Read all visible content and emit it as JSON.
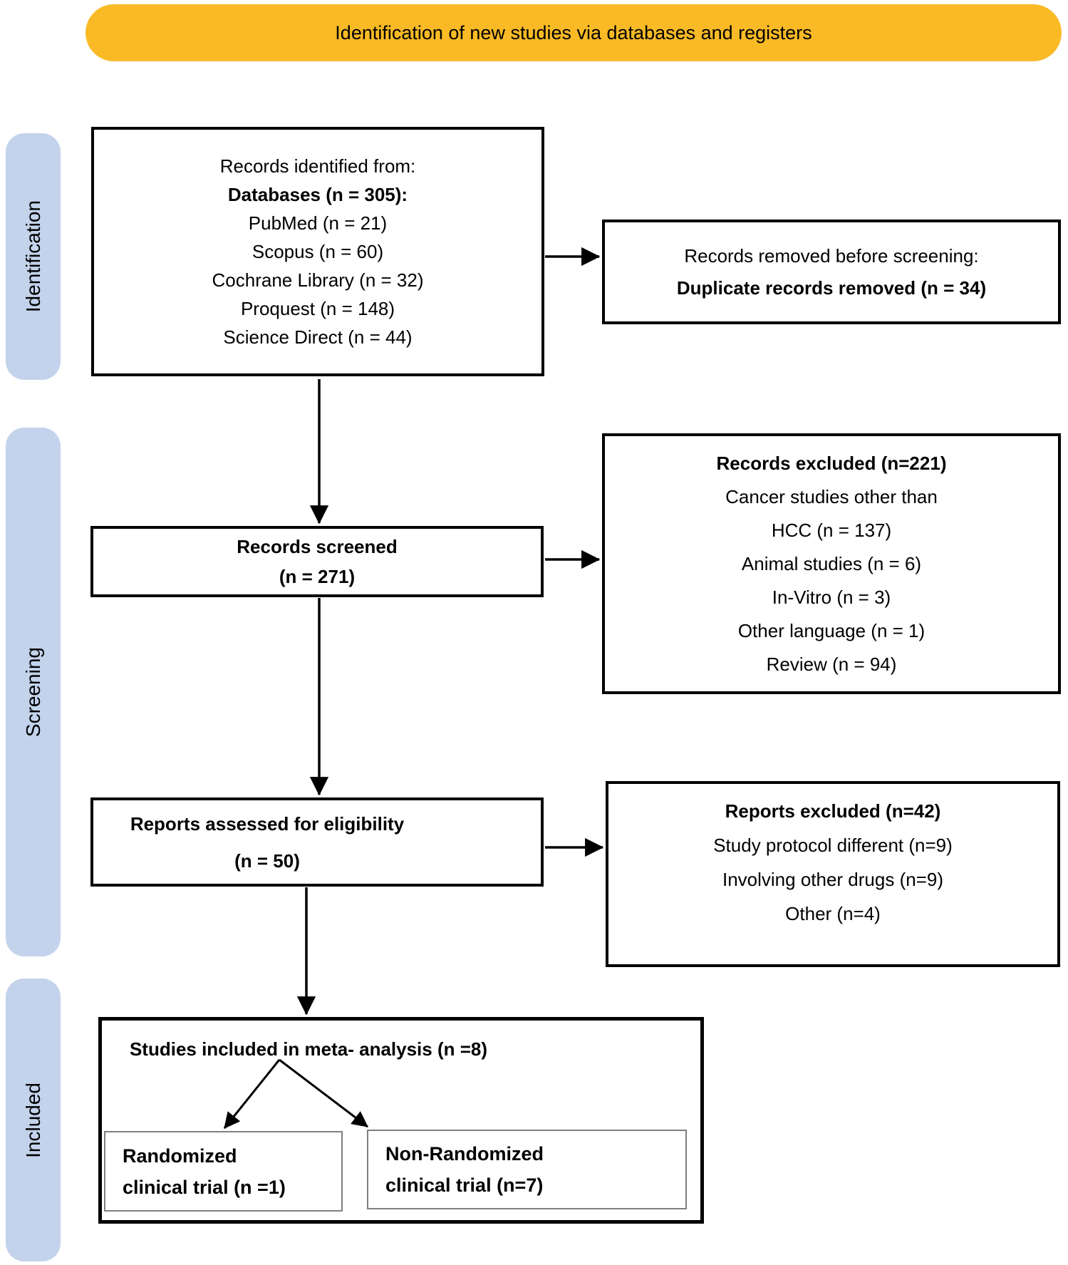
{
  "banner": {
    "label": "Identification of new studies via databases and registers",
    "bg_color": "#F9BA25"
  },
  "side_tabs": {
    "identification": "Identification",
    "screening": "Screening",
    "included": "Included",
    "bg_color": "#C3D3EC"
  },
  "boxes": {
    "records_identified": {
      "lines": [
        "Records identified from:",
        "Databases (n = 305):",
        "PubMed (n = 21)",
        "Scopus (n = 60)",
        "Cochrane Library (n = 32)",
        "Proquest (n = 148)",
        "Science Direct (n = 44)"
      ]
    },
    "records_removed": {
      "lines": [
        "Records removed before screening:",
        "Duplicate records removed (n = 34)"
      ]
    },
    "records_screened": {
      "lines": [
        "Records screened",
        "(n = 271)"
      ]
    },
    "records_excluded": {
      "lines": [
        "Records excluded (n=221)",
        "Cancer studies other than",
        "HCC (n = 137)",
        "Animal studies (n = 6)",
        "In-Vitro (n = 3)",
        "Other language (n = 1)",
        "Review (n = 94)"
      ]
    },
    "reports_assessed": {
      "lines": [
        "Reports assessed for eligibility",
        "(n = 50)"
      ]
    },
    "reports_excluded": {
      "lines": [
        "Reports excluded (n=42)",
        "Study protocol different (n=9)",
        "Involving other drugs (n=9)",
        "Other (n=4)"
      ]
    },
    "studies_included": {
      "title": "Studies included in meta- analysis (n =8)"
    },
    "randomized_trial": {
      "lines": [
        "Randomized",
        "clinical trial (n =1)"
      ]
    },
    "non_randomized_trial": {
      "lines": [
        "Non-Randomized",
        "clinical trial (n=7)"
      ]
    }
  }
}
